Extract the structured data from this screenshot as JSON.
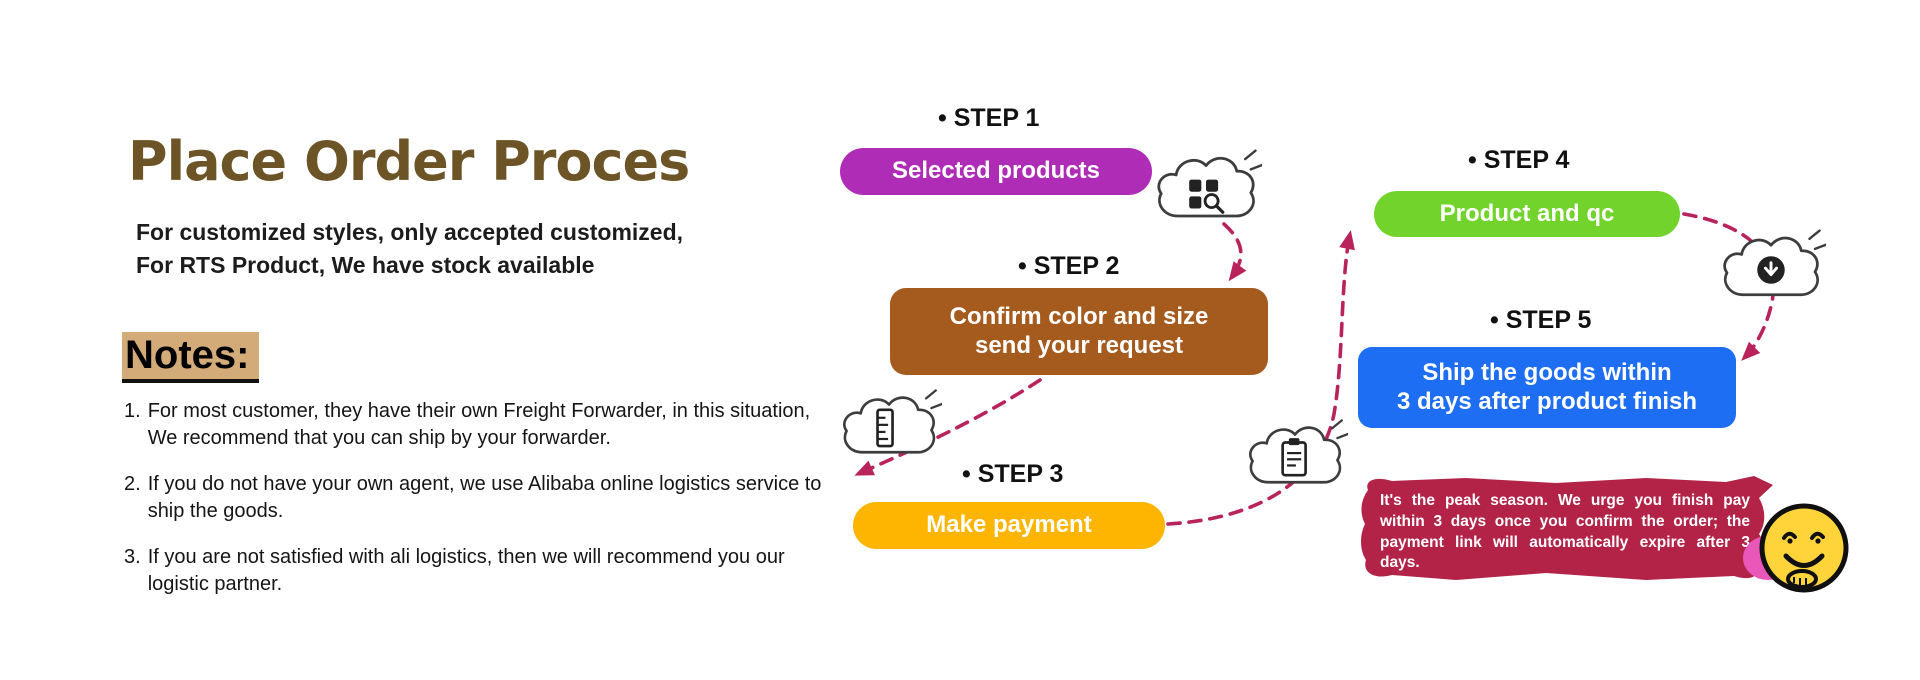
{
  "header": {
    "title": "Place Order Proces",
    "subtitle_line1": "For customized styles, only accepted customized,",
    "subtitle_line2": "For RTS Product, We have stock available"
  },
  "notes": {
    "heading": "Notes:",
    "items": [
      {
        "num": "1.",
        "text": "For most customer, they have their own Freight Forwarder, in this situation, We recommend that you can ship by your forwarder."
      },
      {
        "num": "2.",
        "text": "If you do not have your own agent, we use Alibaba online logistics service to ship the goods."
      },
      {
        "num": "3.",
        "text": "If you are not satisfied with ali logistics, then we will recommend you our logistic partner."
      }
    ]
  },
  "flow": {
    "steps": [
      {
        "label": "• STEP 1",
        "line1": "Selected products",
        "line2": "",
        "color": "#ae2cb6"
      },
      {
        "label": "• STEP 2",
        "line1": "Confirm color and size",
        "line2": "send your request",
        "color": "#a55b1e"
      },
      {
        "label": "• STEP 3",
        "line1": "Make payment",
        "line2": "",
        "color": "#fdb501"
      },
      {
        "label": "• STEP 4",
        "line1": "Product and qc",
        "line2": "",
        "color": "#72d32c"
      },
      {
        "label": "• STEP 5",
        "line1": "Ship the goods within",
        "line2": "3 days after product finish",
        "color": "#1d6ef2"
      }
    ],
    "icons": [
      "selected-products-search-cloud-icon",
      "measure-ruler-cloud-icon",
      "checklist-cloud-icon",
      "qc-transfer-cloud-icon"
    ],
    "arrow_color": "#b9235c"
  },
  "notice": {
    "text": "It's the peak season. We urge you finish pay within 3 days once you confirm the order; the payment link will automatically expire after 3 days.",
    "color": "#b32348"
  },
  "colors": {
    "title_brown": "#6d5426",
    "notes_highlight": "#d2ab79",
    "step1_purple": "#ae2cb6",
    "step2_brown": "#a55b1e",
    "step3_gold": "#fdb501",
    "step4_green": "#72d32c",
    "step5_blue": "#1d6ef2",
    "arrow_crimson": "#b9235c",
    "notice_crimson": "#b32348",
    "smiley_yellow": "#ffd43b"
  }
}
